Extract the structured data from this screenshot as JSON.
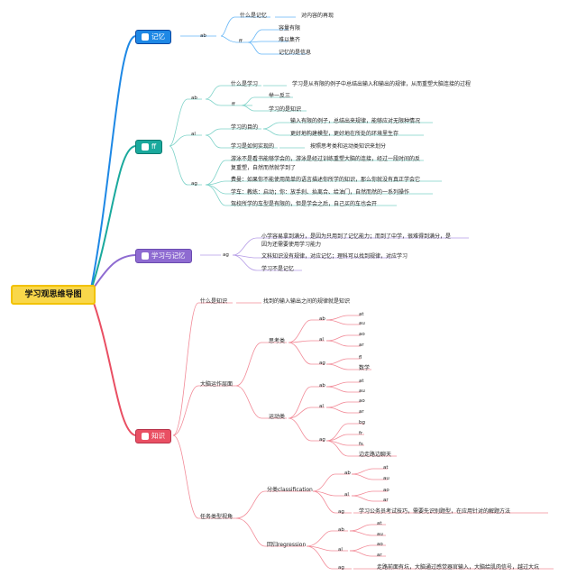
{
  "root": "学习观思维导图",
  "colors": {
    "memory": "#1e88e5",
    "ff": "#1aa99d",
    "learn_memory": "#8e6bd1",
    "knowledge": "#e94f63",
    "root_fill": "#f9d74a"
  },
  "icons": {
    "memory": "book-icon",
    "ff": "book-icon",
    "learn_memory": "book-icon",
    "knowledge": "book-icon"
  },
  "memory": {
    "title": "记忆",
    "ab": "ab",
    "what": "什么是记忆",
    "what_answer": "对内容的再现",
    "ff": "ff",
    "ff_items": [
      "容量有限",
      "难以集齐",
      "记忆的是信息"
    ]
  },
  "ff": {
    "title": "ff",
    "ab": "ab",
    "what_learn": "什么是学习",
    "what_learn_answer": "学习是从有限的例子中总结出输入和输出的规律，从而重塑大脑连接的过程",
    "ff": "ff",
    "ff_items": [
      "举一反三",
      "学习的是知识"
    ],
    "al": "al",
    "goal": "学习的目的",
    "goal_items": [
      "输入有限的例子，总结出来规律，能够应对无限种情况",
      "更好地构建模型，更好地在所处的环境里生存"
    ],
    "how": "学习是如何实现的",
    "how_answer": "按照思考类和运动类知识来划分",
    "ag": "ag",
    "ag_items": [
      "游泳不是看书能够学会的，游泳是经过训练重塑大脑的连接，经过一段时间的反",
      "复重塑，自然而然就学到了",
      "费曼：如果你不能使用简单的语言描述你所学的知识，那么你就没有真正学会它",
      "学车：教练：启动；你：放手刹、抬离合、给油门，自然而然的一系列操作",
      "驾校所学的车型是有限的，但是学会之后，自己买的车也会开"
    ]
  },
  "learn_memory": {
    "title": "学习与记忆",
    "ag": "ag",
    "items": [
      "小学容易拿到满分，是因为只用到了记忆能力；而到了中学，很难得到满分，是",
      "因为还需要使用学习能力",
      "文科知识没有规律，对应记忆；理科可以找到规律，对应学习",
      "学习不是记忆"
    ]
  },
  "knowledge": {
    "title": "知识",
    "what": "什么是知识",
    "what_answer": "找到的输入输出之间的规律就是知识",
    "brain": "大脑运作层面",
    "think": "思考类",
    "think_ab": "ab",
    "think_ab_items": [
      "at",
      "au"
    ],
    "think_al": "al",
    "think_al_items": [
      "ao",
      "ar"
    ],
    "think_ag": "ag",
    "think_ag_items": [
      "fl",
      "数学"
    ],
    "motion": "运动类",
    "motion_ab": "ab",
    "motion_ab_items": [
      "at",
      "au"
    ],
    "motion_al": "al",
    "motion_al_items": [
      "ao",
      "ar"
    ],
    "motion_ag": "ag",
    "motion_ag_items": [
      "bg",
      "fr",
      "fs",
      "边走路边聊天"
    ],
    "task": "任务类型视角",
    "cls": "分类classification",
    "cls_ab": "ab",
    "cls_ab_items": [
      "at",
      "au"
    ],
    "cls_al": "al",
    "cls_al_items": [
      "ao",
      "ar"
    ],
    "cls_ag": "ag",
    "cls_ag_item": "学习公务员考试技巧，需要先识别题型，在应用针对的解题方法",
    "reg": "回归regression",
    "reg_ab": "ab",
    "reg_ab_items": [
      "at",
      "au"
    ],
    "reg_al": "al",
    "reg_al_items": [
      "ao",
      "ar"
    ],
    "reg_ag": "ag",
    "reg_ag_item": "走路前面有坑，大脑通过感觉器官输入，大脑给肌肉信号，越过大坑"
  }
}
